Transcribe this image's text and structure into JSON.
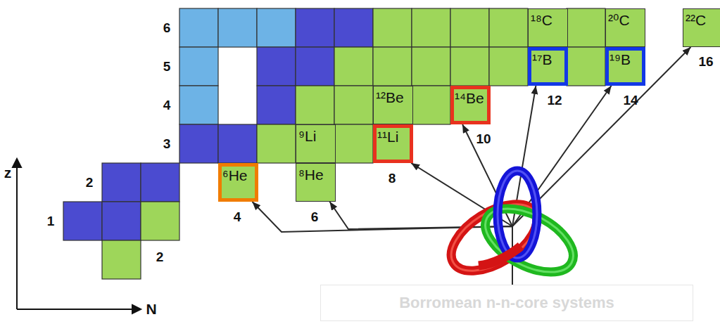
{
  "diagram": {
    "nodes": [
      {
        "text": [
          "¹⁸C"
        ]
      },
      {
        "text": [
          "²⁰C"
        ]
      },
      {
        "text": [
          "²²C"
        ]
      },
      {
        "text": [
          "¹⁷B"
        ]
      },
      {
        "text": [
          "¹⁹B"
        ]
      },
      {
        "text": [
          "¹²Be"
        ]
      },
      {
        "text": [
          "¹⁴Be"
        ]
      },
      {
        "text": [
          "⁹Li"
        ]
      },
      {
        "text": [
          "¹¹Li"
        ]
      },
      {
        "text": [
          "⁶He"
        ]
      },
      {
        "text": [
          "⁸He"
        ]
      },
      {
        "text": [
          "Borromean n-n-core systems"
        ]
      }
    ],
    "edges": [
      {
        "from": 11,
        "to": 9,
        "arrow": "to"
      },
      {
        "from": 11,
        "to": 10,
        "arrow": "to"
      },
      {
        "from": 11,
        "to": 8,
        "arrow": "to"
      },
      {
        "from": 11,
        "to": 6,
        "arrow": "to"
      },
      {
        "from": 11,
        "to": 3,
        "arrow": "to"
      },
      {
        "from": 11,
        "to": 4,
        "arrow": "to"
      },
      {
        "from": 11,
        "to": 2,
        "arrow": "to"
      }
    ],
    "labels": [
      "6",
      "5",
      "4",
      "3",
      "2",
      "1",
      "2",
      "4",
      "6",
      "8",
      "10",
      "12",
      "14",
      "16",
      "z",
      "N"
    ]
  }
}
